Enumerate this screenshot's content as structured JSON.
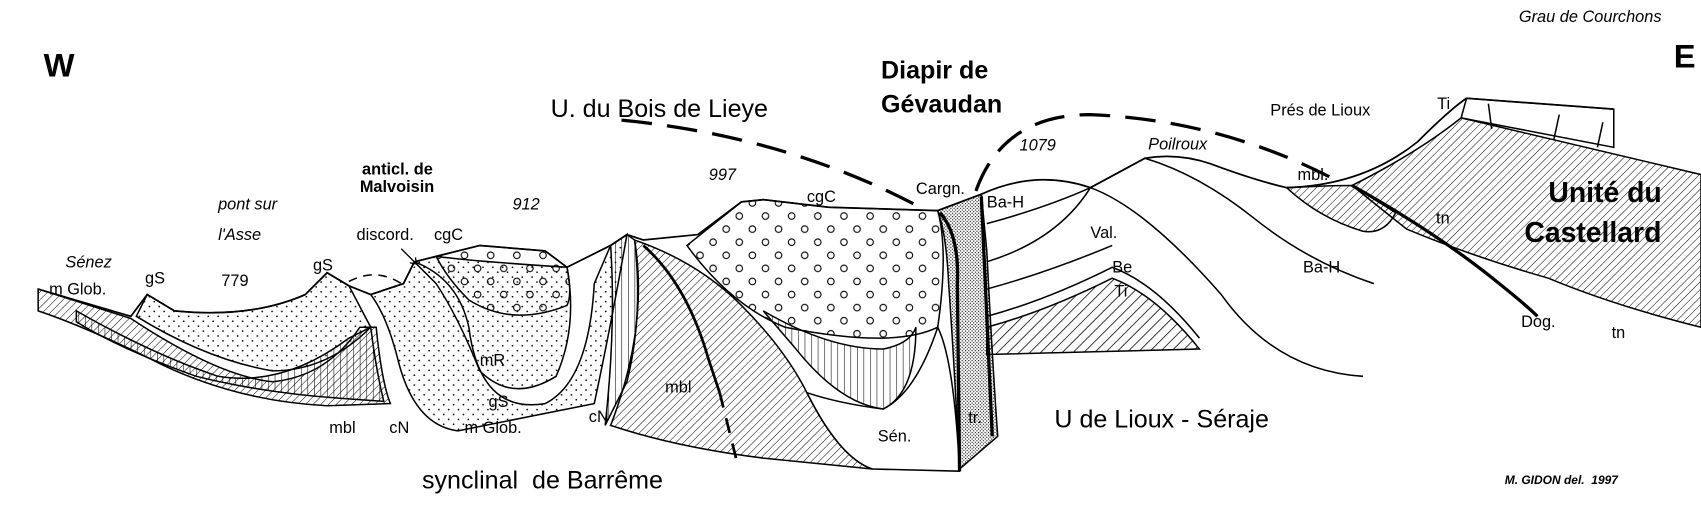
{
  "orientation": {
    "west": "W",
    "east": "E"
  },
  "titles": {
    "bois_de_lieye": "U. du Bois de Lieye",
    "diapir_1": "Diapir de",
    "diapir_2": "Gévaudan",
    "grau": "Grau de Courchons",
    "castellard_1": "Unité du",
    "castellard_2": "Castellard",
    "lioux_seraje": "U de Lioux - Séraje",
    "synclinal": "synclinal  de Barrême",
    "anticl_1": "anticl. de",
    "anticl_2": "Malvoisin"
  },
  "places": {
    "senez": "Sénez",
    "pont_1": "pont sur",
    "pont_2": "l'Asse",
    "pres_de_lioux": "Prés de Lioux",
    "poilroux": "Poilroux"
  },
  "altitudes": [
    "779",
    "912",
    "997",
    "1079"
  ],
  "formations": {
    "m_glob_w": "m Glob.",
    "gs_w": "gS",
    "gs_2": "gS",
    "discord": "discord.",
    "cgc_1": "cgC",
    "cgc_2": "cgC",
    "cargn": "Cargn.",
    "bah_1": "Ba-H",
    "val": "Val.",
    "be": "Be",
    "ti_1": "Ti",
    "ti_2": "Ti",
    "mbl_e": "mbl.",
    "tn_1": "tn",
    "tn_2": "tn",
    "bah_2": "Ba-H",
    "dog": "Dog.",
    "mr": "mR",
    "gs_3": "gS",
    "m_glob_2": "m Glob.",
    "mbl_1": "mbl",
    "cn_1": "cN",
    "cn_2": "cN",
    "mbl_2": "mbl",
    "sen": "Sén.",
    "tr": "tr."
  },
  "credit": "M. GIDON del.  1997"
}
